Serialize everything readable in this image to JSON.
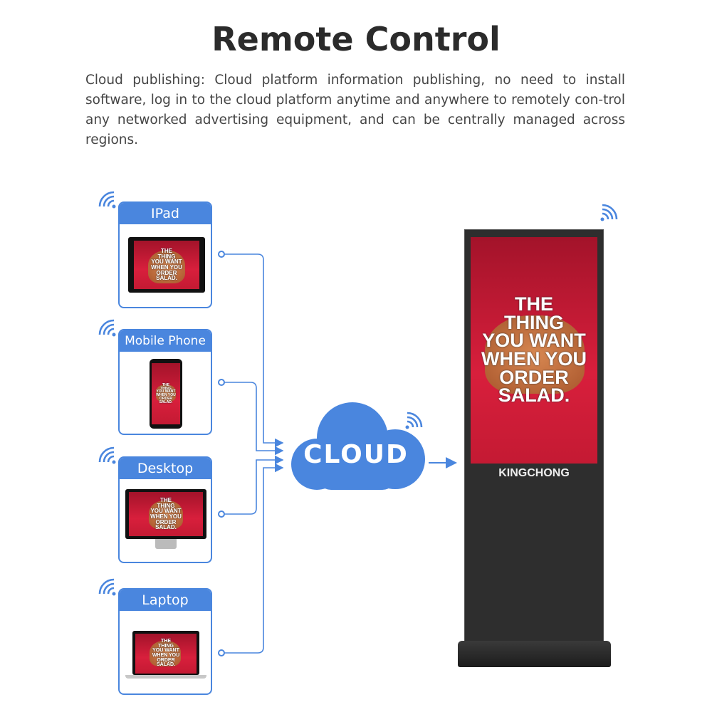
{
  "title": "Remote Control",
  "description": "Cloud publishing: Cloud platform information publishing, no need to install software, log in to the cloud platform anytime and anywhere to remotely con-trol any networked advertising equipment, and can be centrally managed across regions.",
  "devices": [
    {
      "label": "IPad"
    },
    {
      "label": "Mobile Phone"
    },
    {
      "label": "Desktop"
    },
    {
      "label": "Laptop"
    }
  ],
  "ad_text": [
    "THE",
    "THING",
    "YOU WANT",
    "WHEN YOU",
    "ORDER",
    "SALAD."
  ],
  "cloud_label": "CLOUD",
  "kiosk_brand": "KINGCHONG",
  "colors": {
    "accent": "#4a86de",
    "ad_red": "#d81f3c",
    "kiosk": "#2e2e2e"
  }
}
